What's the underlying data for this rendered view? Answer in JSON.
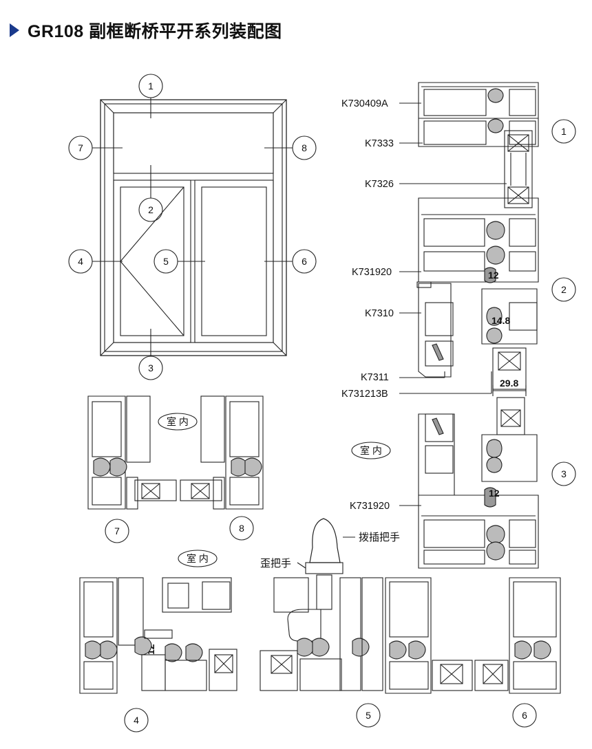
{
  "page": {
    "title": "GR108 副框断桥平开系列装配图"
  },
  "callouts": [
    "1",
    "2",
    "3",
    "4",
    "5",
    "6",
    "7",
    "8"
  ],
  "part_labels": {
    "k730409a": "K730409A",
    "k7333": "K7333",
    "k7326": "K7326",
    "k731920_upper": "K731920",
    "k7310": "K7310",
    "k7311": "K7311",
    "k731213b": "K731213B",
    "k731920_lower": "K731920"
  },
  "dimensions": {
    "d12_upper": "12",
    "d148": "14.8",
    "d298": "29.8",
    "d12_lower": "12",
    "d12_left": "12"
  },
  "notes": {
    "indoor_left": "室 内",
    "indoor_right": "室 内",
    "indoor_bottom": "室 内",
    "handle_push": "拨插把手",
    "handle_crank": "歪把手"
  }
}
